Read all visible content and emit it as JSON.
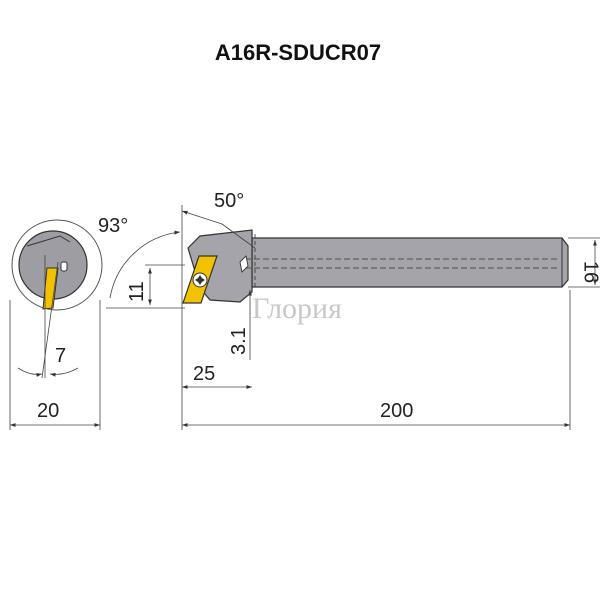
{
  "title": "A16R-SDUCR07",
  "watermark": "Глория",
  "dimensions": {
    "angle_lead": "93°",
    "angle_insert": "50°",
    "height": "11",
    "offset": "3.1",
    "head_length": "25",
    "total_length": "200",
    "shank_height": "16",
    "diameter": "20",
    "clearance_angle": "7"
  },
  "colors": {
    "shank_fill": "#a4a4aa",
    "end_view_fill": "#9d9da3",
    "insert_fill": "#f2c200",
    "line": "#333333"
  }
}
